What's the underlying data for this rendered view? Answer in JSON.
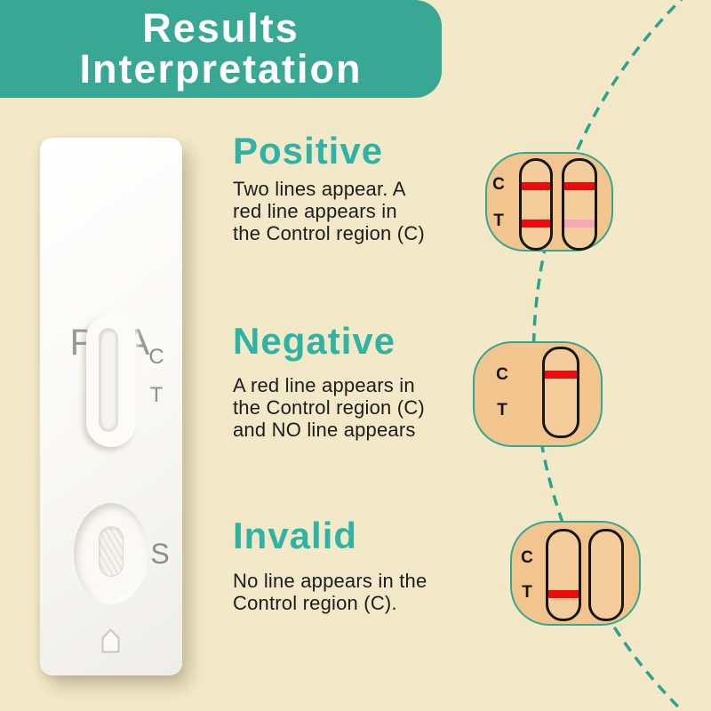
{
  "colors": {
    "background": "#f3e9c9",
    "teal_banner": "#38a794",
    "teal_title": "#2fb3a4",
    "teal_outline": "#35a690",
    "dashed_line": "#2ba38f",
    "diagram_fill": "#f2c58e",
    "strip_fill": "#f4cd9c",
    "red_line": "#ee0b0b",
    "pink_line": "#f4a9b6",
    "body_text": "#1c1c1c",
    "cassette_label_gray": "#8f8f89"
  },
  "header": {
    "title_line1": "Results",
    "title_line2": "Interpretation"
  },
  "cassette": {
    "brand": "PSA",
    "control_label": "C",
    "test_label": "T",
    "sample_label": "S"
  },
  "sections": [
    {
      "title": "Positive",
      "description": "Two lines appear. A\nred line appears in\nthe Control region (C)",
      "diagram": {
        "c_label": "C",
        "t_label": "T",
        "strips": [
          {
            "c_line": "#ee0b0b",
            "t_line": "#ee0b0b"
          },
          {
            "c_line": "#ee0b0b",
            "t_line": "#f4a9b6"
          }
        ]
      }
    },
    {
      "title": "Negative",
      "description": "A red line appears in\nthe Control region (C)\nand NO line appears",
      "diagram": {
        "c_label": "C",
        "t_label": "T",
        "strips": [
          {
            "c_line": "#ee0b0b",
            "t_line": null
          }
        ]
      }
    },
    {
      "title": "Invalid",
      "description": "No line appears in the\nControl region (C).",
      "diagram": {
        "c_label": "C",
        "t_label": "T",
        "strips": [
          {
            "c_line": null,
            "t_line": "#ee0b0b"
          },
          {
            "c_line": null,
            "t_line": null
          }
        ]
      }
    }
  ]
}
